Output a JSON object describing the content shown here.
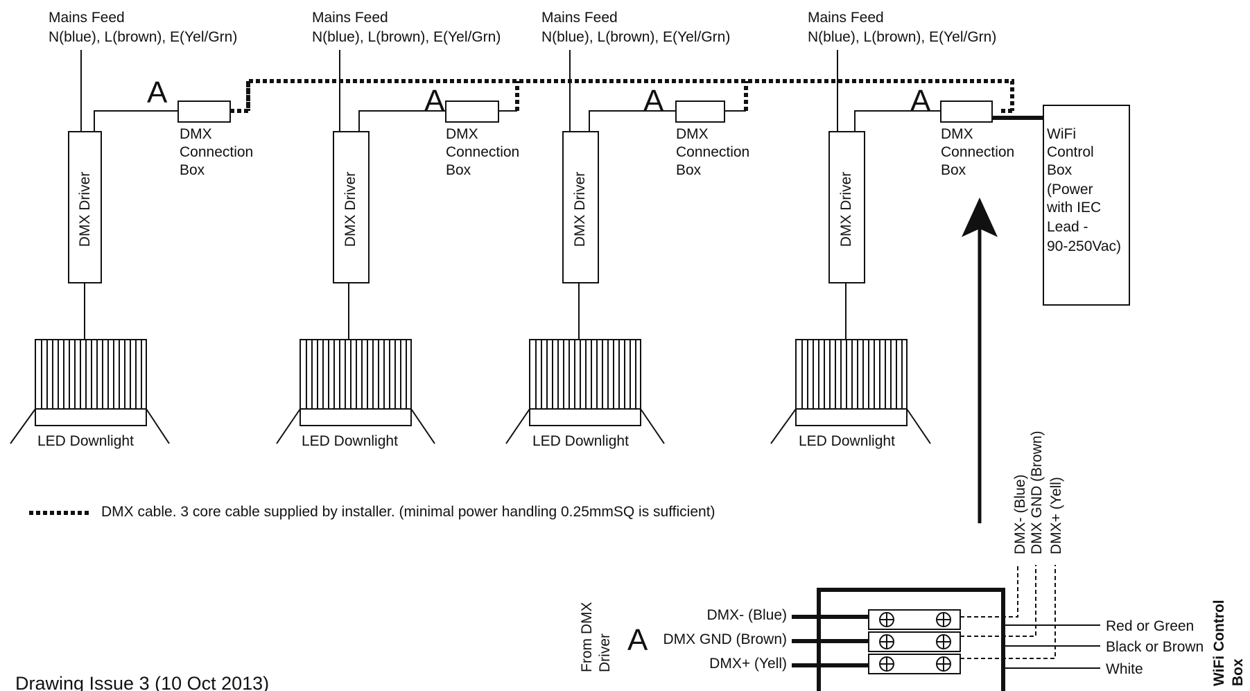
{
  "units": [
    {
      "mains_title": "Mains Feed",
      "mains_wires": "N(blue), L(brown), E(Yel/Grn)",
      "driver_label": "DMX Driver",
      "marker": "A",
      "connection_box_label": [
        "DMX",
        "Connection",
        "Box"
      ],
      "downlight_label": "LED Downlight"
    },
    {
      "mains_title": "Mains Feed",
      "mains_wires": "N(blue), L(brown), E(Yel/Grn)",
      "driver_label": "DMX Driver",
      "marker": "A",
      "connection_box_label": [
        "DMX",
        "Connection",
        "Box"
      ],
      "downlight_label": "LED Downlight"
    },
    {
      "mains_title": "Mains Feed",
      "mains_wires": "N(blue), L(brown), E(Yel/Grn)",
      "driver_label": "DMX Driver",
      "marker": "A",
      "connection_box_label": [
        "DMX",
        "Connection",
        "Box"
      ],
      "downlight_label": "LED Downlight"
    },
    {
      "mains_title": "Mains Feed",
      "mains_wires": "N(blue), L(brown), E(Yel/Grn)",
      "driver_label": "DMX Driver",
      "marker": "A",
      "connection_box_label": [
        "DMX",
        "Connection",
        "Box"
      ],
      "downlight_label": "LED Downlight"
    }
  ],
  "wifi_box": {
    "lines": [
      "WiFi",
      "Control",
      "Box",
      "(Power",
      "with IEC",
      "Lead -",
      "90-250Vac)"
    ]
  },
  "legend": {
    "text": "DMX cable. 3 core cable supplied by installer. (minimal power handling 0.25mmSQ is sufficient)"
  },
  "terminal": {
    "marker": "A",
    "from_label": [
      "From DMX",
      "Driver"
    ],
    "inputs": [
      "DMX- (Blue)",
      "DMX GND (Brown)",
      "DMX+ (Yell)"
    ],
    "outputs": [
      "Red or Green",
      "Black or Brown",
      "White"
    ],
    "vertical_labels": [
      "DMX- (Blue)",
      "DMX GND (Brown)",
      "DMX+ (Yell)"
    ],
    "to_label": [
      "WiFi Control",
      "Box"
    ]
  },
  "footer": {
    "issue": "Drawing Issue 3 (10 Oct 2013)"
  }
}
